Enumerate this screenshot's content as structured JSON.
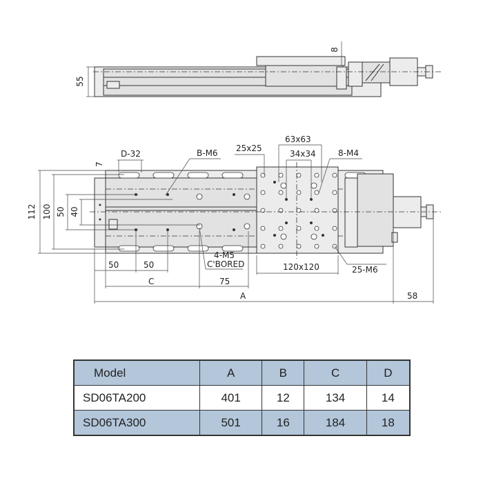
{
  "drawing": {
    "side_view": {
      "height_label": "55",
      "offset_label": "8"
    },
    "top_view": {
      "dim_112": "112",
      "dim_100": "100",
      "dim_50_vertical": "50",
      "dim_40": "40",
      "dim_7": "7",
      "slot_label": "D-32",
      "holes_base_label": "B-M6",
      "pattern_25": "25x25",
      "pattern_63": "63x63",
      "pattern_34": "34x34",
      "holes_m4_label": "8-M4",
      "holes_m6_label": "25-M6",
      "carriage_size": "120x120",
      "cbore_label_1": "4-M5",
      "cbore_label_2": "C'BORED",
      "dim_50_a": "50",
      "dim_50_b": "50",
      "dim_C": "C",
      "dim_75": "75",
      "dim_A": "A",
      "dim_58": "58"
    }
  },
  "table": {
    "headers": [
      "Model",
      "A",
      "B",
      "C",
      "D"
    ],
    "rows": [
      [
        "SD06TA200",
        "401",
        "12",
        "134",
        "14"
      ],
      [
        "SD06TA300",
        "501",
        "16",
        "184",
        "18"
      ]
    ],
    "header_color": "#b3c6da"
  }
}
